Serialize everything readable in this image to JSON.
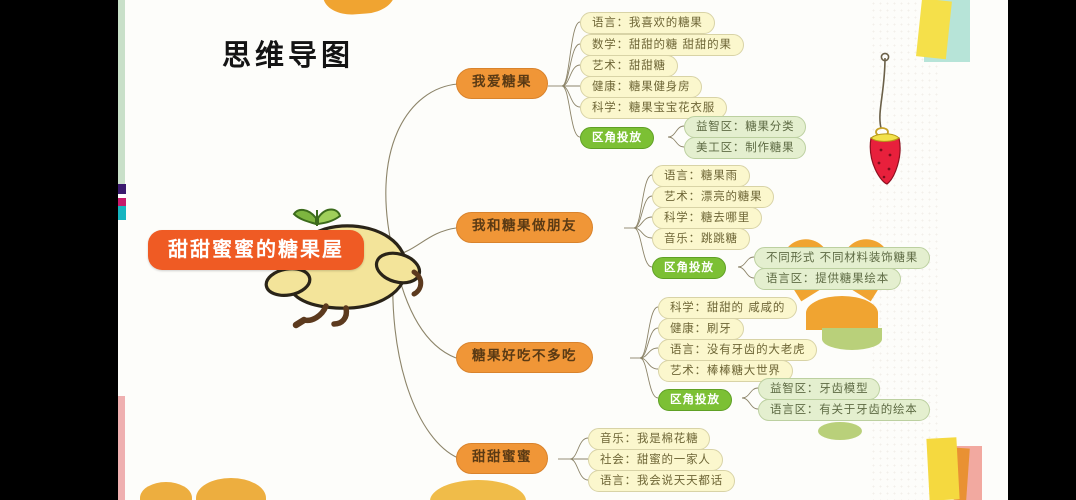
{
  "slide": {
    "title": "思维导图",
    "root_label": "甜甜蜜蜜的糖果屋",
    "zone_label": "区角投放",
    "colors": {
      "root_bg": "#ef5b24",
      "branch_bg": "#f09637",
      "leaf_bg": "#fbf7cd",
      "zone_bg": "#7cc034",
      "zone_leaf_bg": "#e4efcf",
      "canvas_bg": "#fdfdfa",
      "link_line": "#8c8469",
      "accent_heart": "#f0a431",
      "strawberry": "#e8203c"
    }
  },
  "branches": [
    {
      "label": "我爱糖果",
      "leaves": [
        "语言：我喜欢的糖果",
        "数学：甜甜的糖  甜甜的果",
        "艺术：甜甜糖",
        "健康：糖果健身房",
        "科学：糖果宝宝花衣服"
      ],
      "zone": "区角投放",
      "zone_leaves": [
        "益智区：糖果分类",
        "美工区：制作糖果"
      ]
    },
    {
      "label": "我和糖果做朋友",
      "leaves": [
        "语言：糖果雨",
        "艺术：漂亮的糖果",
        "科学：糖去哪里",
        "音乐：跳跳糖"
      ],
      "zone": "区角投放",
      "zone_leaves": [
        "不同形式  不同材料装饰糖果",
        "语言区：提供糖果绘本"
      ]
    },
    {
      "label": "糖果好吃不多吃",
      "leaves": [
        "科学：甜甜的  咸咸的",
        "健康：刷牙",
        "语言：没有牙齿的大老虎",
        "艺术：棒棒糖大世界"
      ],
      "zone": "区角投放",
      "zone_leaves": [
        "益智区：牙齿模型",
        "语言区：有关于牙齿的绘本"
      ]
    },
    {
      "label": "甜甜蜜蜜",
      "leaves": [
        "音乐：我是棉花糖",
        "社会：甜蜜的一家人",
        "语言：我会说天天都话"
      ],
      "zone": "",
      "zone_leaves": []
    }
  ]
}
